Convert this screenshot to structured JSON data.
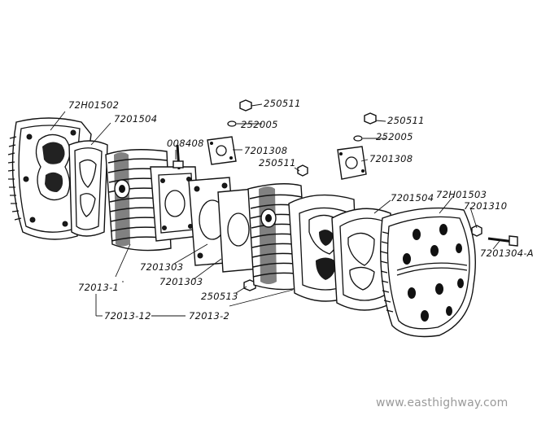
{
  "diagram": {
    "part_labels": {
      "p_72H01502": "72H01502",
      "p_7201504_left": "7201504",
      "p_008408": "008408",
      "p_250511_a": "250511",
      "p_252005_a": "252005",
      "p_7201308_a": "7201308",
      "p_250511_mid": "250511",
      "p_250511_b": "250511",
      "p_252005_b": "252005",
      "p_7201308_b": "7201308",
      "p_7201504_right": "7201504",
      "p_72H01503": "72H01503",
      "p_7201310": "7201310",
      "p_7201304A": "7201304-A",
      "p_7201303_a": "7201303",
      "p_7201303_b": "7201303",
      "p_250513": "250513",
      "p_72013_1": "72013-1",
      "p_72013_12": "72013-12",
      "p_72013_2": "72013-2"
    },
    "watermark": "www.easthighway.com"
  }
}
